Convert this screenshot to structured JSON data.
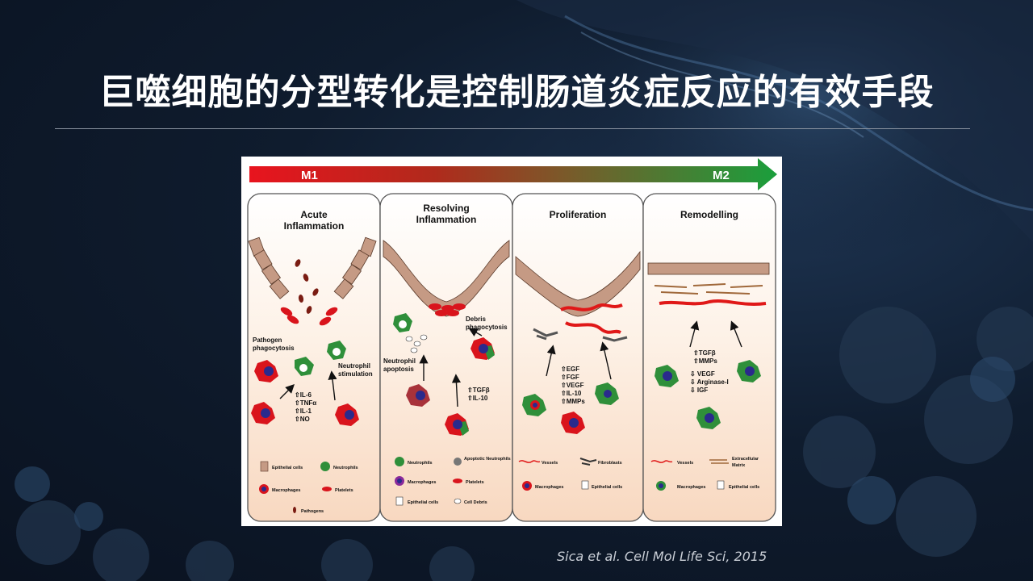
{
  "slide": {
    "title": "巨噬细胞的分型转化是控制肠道炎症反应的有效手段",
    "citation": "Sica et al. Cell Mol Life Sci, 2015"
  },
  "figure": {
    "arrow": {
      "left_label": "M1",
      "right_label": "M2",
      "start_color": "#e8141e",
      "end_color": "#1a9f3c"
    },
    "panels": [
      {
        "title_lines": [
          "Acute",
          "Inflammation"
        ],
        "labels": {
          "process_1": [
            "Pathogen",
            "phagocytosis"
          ],
          "process_2": [
            "Neutrophil",
            "stimulation"
          ]
        },
        "mediators": [
          "⇧IL-6",
          "⇧TNFα",
          "⇧IL-1",
          "⇧NO"
        ],
        "legend": [
          "Epithelial cells",
          "Neutrophils",
          "Macrophages",
          "Platelets",
          "Pathogens"
        ]
      },
      {
        "title_lines": [
          "Resolving",
          "Inflammation"
        ],
        "labels": {
          "process_1": [
            "Debris",
            "phagocytosis"
          ],
          "process_2": [
            "Neutrophil",
            "apoptosis"
          ]
        },
        "mediators": [
          "⇧TGFβ",
          "⇧IL-10"
        ],
        "legend": [
          "Neutrophils",
          "Apoptotic Neutrophils",
          "Macrophages",
          "Platelets",
          "Epithelial cells",
          "Cell Debris"
        ]
      },
      {
        "title_lines": [
          "Proliferation"
        ],
        "mediators": [
          "⇧EGF",
          "⇧FGF",
          "⇧VEGF",
          "⇧IL-10",
          "⇧MMPs"
        ],
        "legend": [
          "Vessels",
          "Fibroblasts",
          "Macrophages",
          "Epithelial cells"
        ]
      },
      {
        "title_lines": [
          "Remodelling"
        ],
        "mediators_up": [
          "⇧TGFβ",
          "⇧MMPs"
        ],
        "mediators_down": [
          "⇩ VEGF",
          "⇩ Arginase-I",
          "⇩ IGF"
        ],
        "legend": [
          "Vessels",
          "Extracellular",
          "Matrix",
          "Macrophages",
          "Epithelial cells"
        ]
      }
    ]
  }
}
